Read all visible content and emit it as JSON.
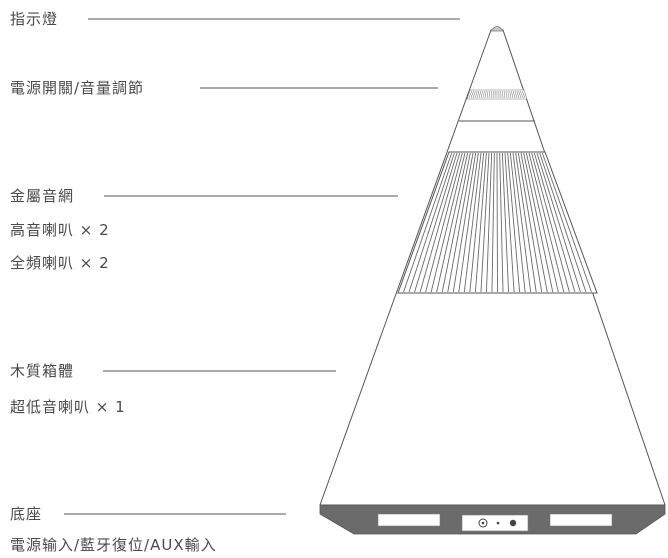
{
  "labels": {
    "indicator": "指示燈",
    "power_volume": "電源開關/音量調節",
    "metal_grille": "金屬音網",
    "tweeter": "高音喇叭 × 2",
    "fullrange": "全頻喇叭 × 2",
    "wood_cabinet": "木質箱體",
    "subwoofer": "超低音喇叭 × 1",
    "base": "底座",
    "base_io": "電源输入/藍牙復位/AUX輸入"
  },
  "colors": {
    "line": "#555555",
    "text": "#4a4a4a",
    "base_dark": "#6b6b6b",
    "base_light": "#9a9a9a",
    "tip": "#c9c9c9"
  }
}
